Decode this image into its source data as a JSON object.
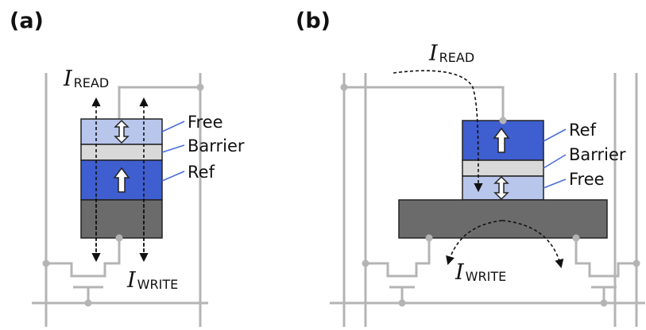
{
  "panels": {
    "a": {
      "label": "(a)",
      "layers": {
        "free": "Free",
        "barrier": "Barrier",
        "ref": "Ref"
      },
      "current_read": {
        "symbol": "I",
        "subscript": "READ"
      },
      "current_write": {
        "symbol": "I",
        "subscript": "WRITE"
      }
    },
    "b": {
      "label": "(b)",
      "layers": {
        "ref": "Ref",
        "barrier": "Barrier",
        "free": "Free"
      },
      "current_read": {
        "symbol": "I",
        "subscript": "READ"
      },
      "current_write": {
        "symbol": "I",
        "subscript": "WRITE"
      }
    }
  },
  "colors": {
    "free_layer": "#b8c6ec",
    "barrier_layer": "#d9d9d9",
    "ref_layer": "#3f5ecf",
    "electrode": "#6b6b6b",
    "wire": "#b4b4b4",
    "leader": "#4b6fd6"
  }
}
